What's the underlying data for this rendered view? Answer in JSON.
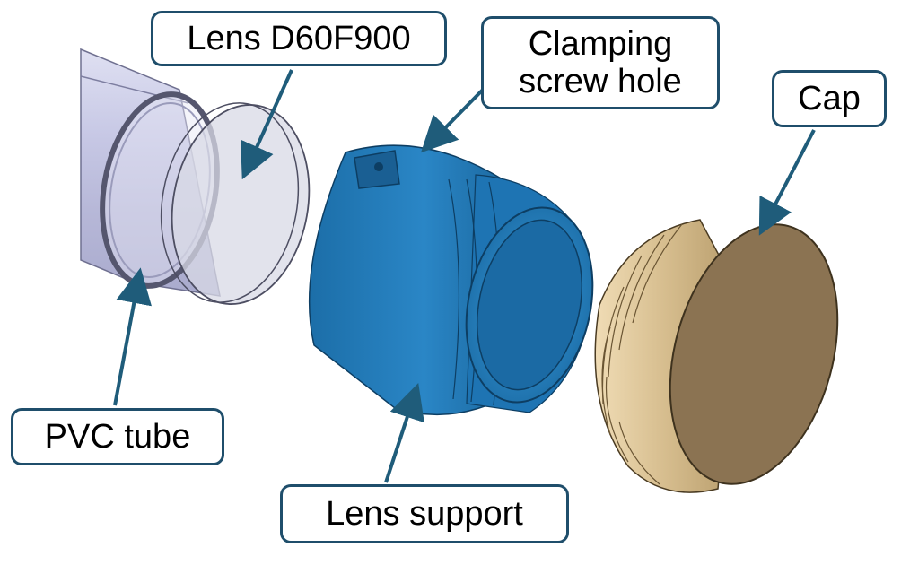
{
  "labels": {
    "lens": "Lens D60F900",
    "screw_line1": "Clamping",
    "screw_line2": "screw hole",
    "cap": "Cap",
    "pvc": "PVC tube",
    "support": "Lens support"
  },
  "colors": {
    "callout_border": "#1f4e6b",
    "arrow": "#1f5c7a",
    "pvc_tube": "#c9cbe6",
    "lens": "#d6d8e6",
    "lens_support": "#1f74b5",
    "cap": "#d9c39a",
    "cap_face": "#8a7352"
  }
}
